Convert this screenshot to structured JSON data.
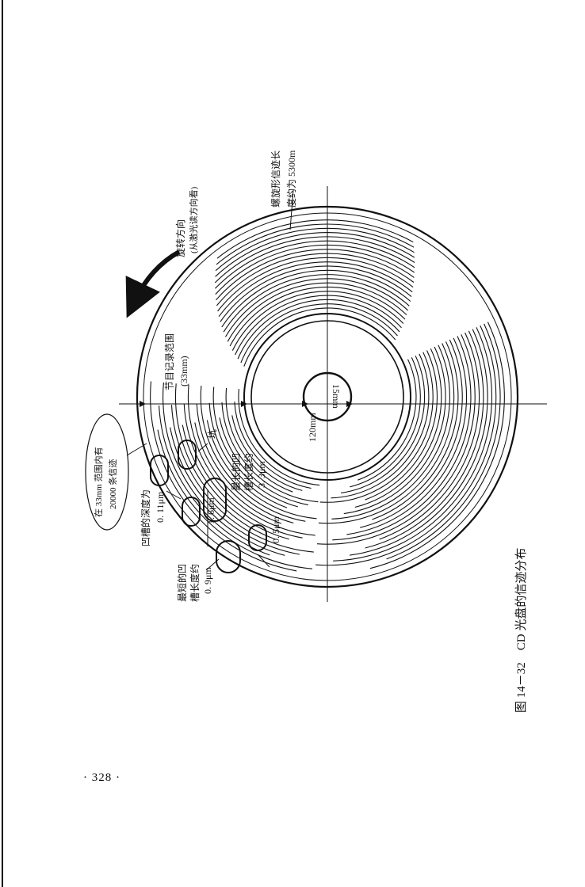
{
  "page": {
    "number": "· 328 ·"
  },
  "figure": {
    "caption": "图 14－32　CD 光盘的信迹分布",
    "labels": {
      "rotation_direction": "旋转方向",
      "rotation_note": "(从激光读方向看)",
      "spiral_track_1": "螺旋形信迹长",
      "spiral_track_2": "度约为 5300m",
      "program_area_1": "节目记录范围",
      "program_area_2": "(33mm)",
      "tracks_in_range_1": "在 33mm 范围内有",
      "tracks_in_range_2": "20000 条信迹",
      "pit": "坑",
      "pit_depth_1": "凹槽的深度为",
      "pit_depth_2": "0. 11μm",
      "longest_pit_1": "最长的凹",
      "longest_pit_2": "槽长度约",
      "longest_pit_3": "3. 3μm",
      "track_pitch": "1. 6μm",
      "pit_width": "0. 5μm",
      "shortest_pit_1": "最短的凹",
      "shortest_pit_2": "槽长度约",
      "shortest_pit_3": "0. 9μm",
      "hole_diameter": "15mm",
      "disc_diameter": "120mm"
    }
  }
}
